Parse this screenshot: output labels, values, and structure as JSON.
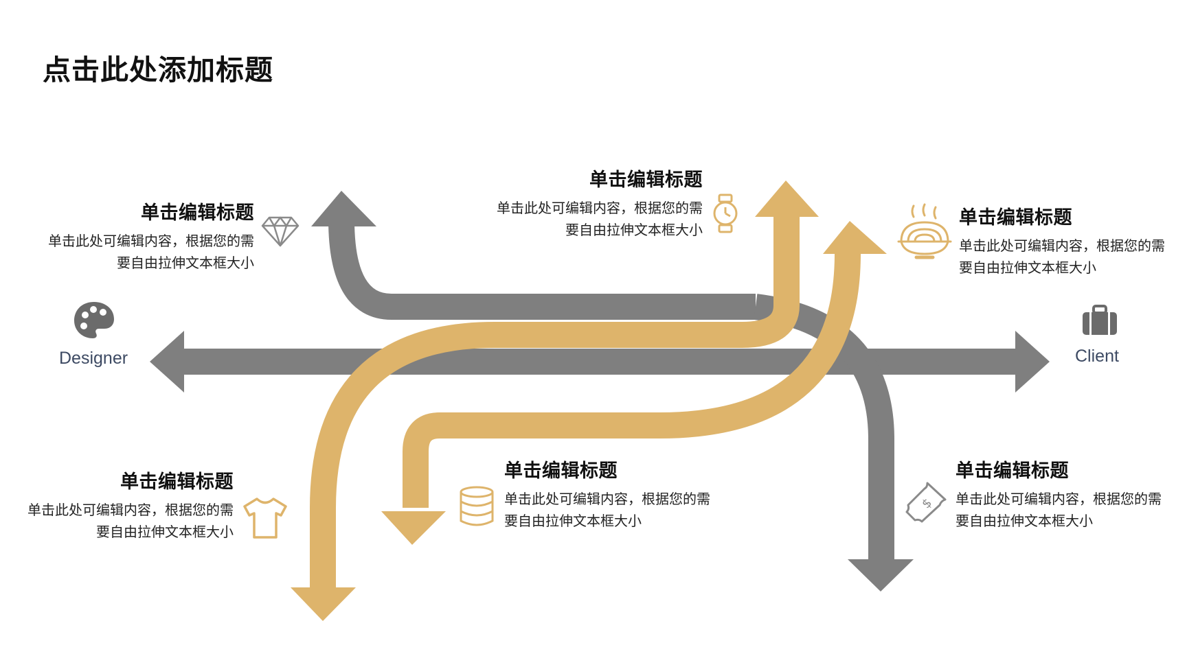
{
  "slide": {
    "title": "点击此处添加标题"
  },
  "endpoints": {
    "left": {
      "label": "Designer",
      "icon": "palette-icon"
    },
    "right": {
      "label": "Client",
      "icon": "briefcase-icon"
    }
  },
  "colors": {
    "gray": "#7f7f7f",
    "gold": "#deb46b",
    "label": "#3d4a63",
    "icon_gray": "#6b6b6b"
  },
  "items": [
    {
      "title": "单击编辑标题",
      "body": "单击此处可编辑内容，根据您的需要自由拉伸文本框大小",
      "line1": "单击此处可编辑内容，根据您的需",
      "line2": "要自由拉伸文本框大小",
      "icon": "diamond-icon"
    },
    {
      "title": "单击编辑标题",
      "body": "单击此处可编辑内容，根据您的需要自由拉伸文本框大小",
      "line1": "单击此处可编辑内容，根据您的需",
      "line2": "要自由拉伸文本框大小",
      "icon": "watch-icon"
    },
    {
      "title": "单击编辑标题",
      "body": "单击此处可编辑内容，根据您的需要自由拉伸文本框大小",
      "line1": "单击此处可编辑内容，根据您的需",
      "line2": "要自由拉伸文本框大小",
      "icon": "noodle-bowl-icon"
    },
    {
      "title": "单击编辑标题",
      "body": "单击此处可编辑内容，根据您的需要自由拉伸文本框大小",
      "line1": "单击此处可编辑内容，根据您的需",
      "line2": "要自由拉伸文本框大小",
      "icon": "tshirt-icon"
    },
    {
      "title": "单击编辑标题",
      "body": "单击此处可编辑内容，根据您的需要自由拉伸文本框大小",
      "line1": "单击此处可编辑内容，根据您的需",
      "line2": "要自由拉伸文本框大小",
      "icon": "database-icon"
    },
    {
      "title": "单击编辑标题",
      "body": "单击此处可编辑内容，根据您的需要自由拉伸文本框大小",
      "line1": "单击此处可编辑内容，根据您的需",
      "line2": "要自由拉伸文本框大小",
      "icon": "money-bill-icon"
    }
  ]
}
